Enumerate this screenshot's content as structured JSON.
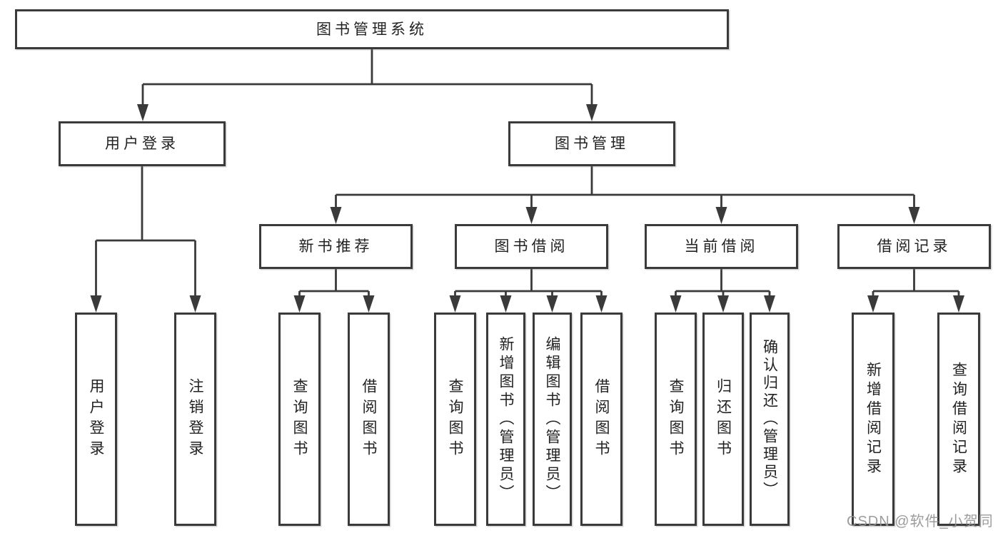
{
  "nodes": {
    "root": "图书管理系统",
    "user_login": "用户登录",
    "book_mgmt": "图书管理",
    "new_book_rec": "新书推荐",
    "book_borrow": "图书借阅",
    "current_borrow": "当前借阅",
    "borrow_records": "借阅记录",
    "leaf_user_login": "用户登录",
    "leaf_logout": "注销登录",
    "leaf_query_book_1": "查询图书",
    "leaf_borrow_book_1": "借阅图书",
    "leaf_query_book_2": "查询图书",
    "leaf_add_book": "新增图书（管理员）",
    "leaf_edit_book": "编辑图书（管理员）",
    "leaf_borrow_book_2": "借阅图书",
    "leaf_query_book_3": "查询图书",
    "leaf_return_book": "归还图书",
    "leaf_confirm_return": "确认归还（管理员）",
    "leaf_add_record": "新增借阅记录",
    "leaf_query_record": "查询借阅记录"
  },
  "hierarchy": {
    "图书管理系统": [
      "用户登录",
      "图书管理"
    ],
    "用户登录": [
      "用户登录",
      "注销登录"
    ],
    "图书管理": [
      "新书推荐",
      "图书借阅",
      "当前借阅",
      "借阅记录"
    ],
    "新书推荐": [
      "查询图书",
      "借阅图书"
    ],
    "图书借阅": [
      "查询图书",
      "新增图书（管理员）",
      "编辑图书（管理员）",
      "借阅图书"
    ],
    "当前借阅": [
      "查询图书",
      "归还图书",
      "确认归还（管理员）"
    ],
    "借阅记录": [
      "新增借阅记录",
      "查询借阅记录"
    ]
  },
  "watermark": "CSDN @软件_小贺同学",
  "colors": {
    "line": "#3a3a3a",
    "box_border": "#3a3a3a",
    "text": "#222222",
    "watermark": "#949494",
    "background": "#ffffff"
  }
}
